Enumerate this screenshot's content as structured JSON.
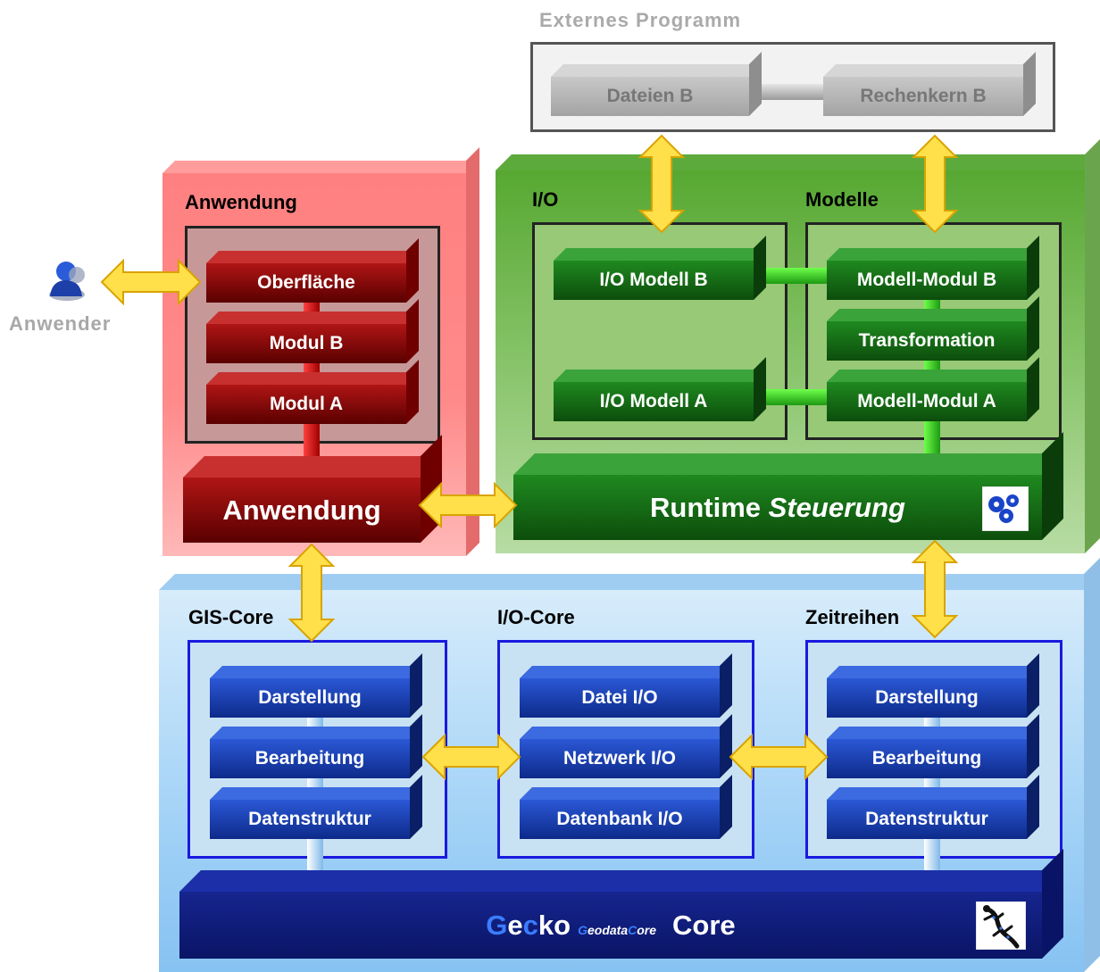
{
  "external": {
    "title": "Externes Programm",
    "dateien": "Dateien B",
    "rechenkern": "Rechenkern B"
  },
  "user": {
    "label": "Anwender"
  },
  "anwendung": {
    "title": "Anwendung",
    "oberflaeche": "Oberfläche",
    "modul_b": "Modul B",
    "modul_a": "Modul A",
    "main": "Anwendung"
  },
  "runtime": {
    "io_title": "I/O",
    "modelle_title": "Modelle",
    "io_modell_b": "I/O Modell B",
    "io_modell_a": "I/O Modell A",
    "modell_modul_b": "Modell-Modul B",
    "transformation": "Transformation",
    "modell_modul_a": "Modell-Modul A",
    "runtime_word": "Runtime",
    "steuerung_word": "Steuerung"
  },
  "core": {
    "gis_title": "GIS-Core",
    "io_title": "I/O-Core",
    "zeit_title": "Zeitreihen",
    "gis": [
      "Darstellung",
      "Bearbeitung",
      "Datenstruktur"
    ],
    "io": [
      "Datei I/O",
      "Netzwerk I/O",
      "Datenbank I/O"
    ],
    "zeit": [
      "Darstellung",
      "Bearbeitung",
      "Datenstruktur"
    ],
    "gecko_g": "G",
    "gecko_e": "e",
    "gecko_c": "c",
    "gecko_ko": "ko",
    "geodata_g": "G",
    "geodata_rest1": "eodata",
    "geodata_c": "C",
    "geodata_rest2": "ore",
    "core_word": "Core"
  },
  "colors": {
    "red_panel": "#ff8080",
    "green_panel": "#7bc05a",
    "blue_panel": "#a6d4f7",
    "arrow_fill": "#ffe04a",
    "arrow_stroke": "#d9a300",
    "gecko_blue": "#3a7dff"
  }
}
